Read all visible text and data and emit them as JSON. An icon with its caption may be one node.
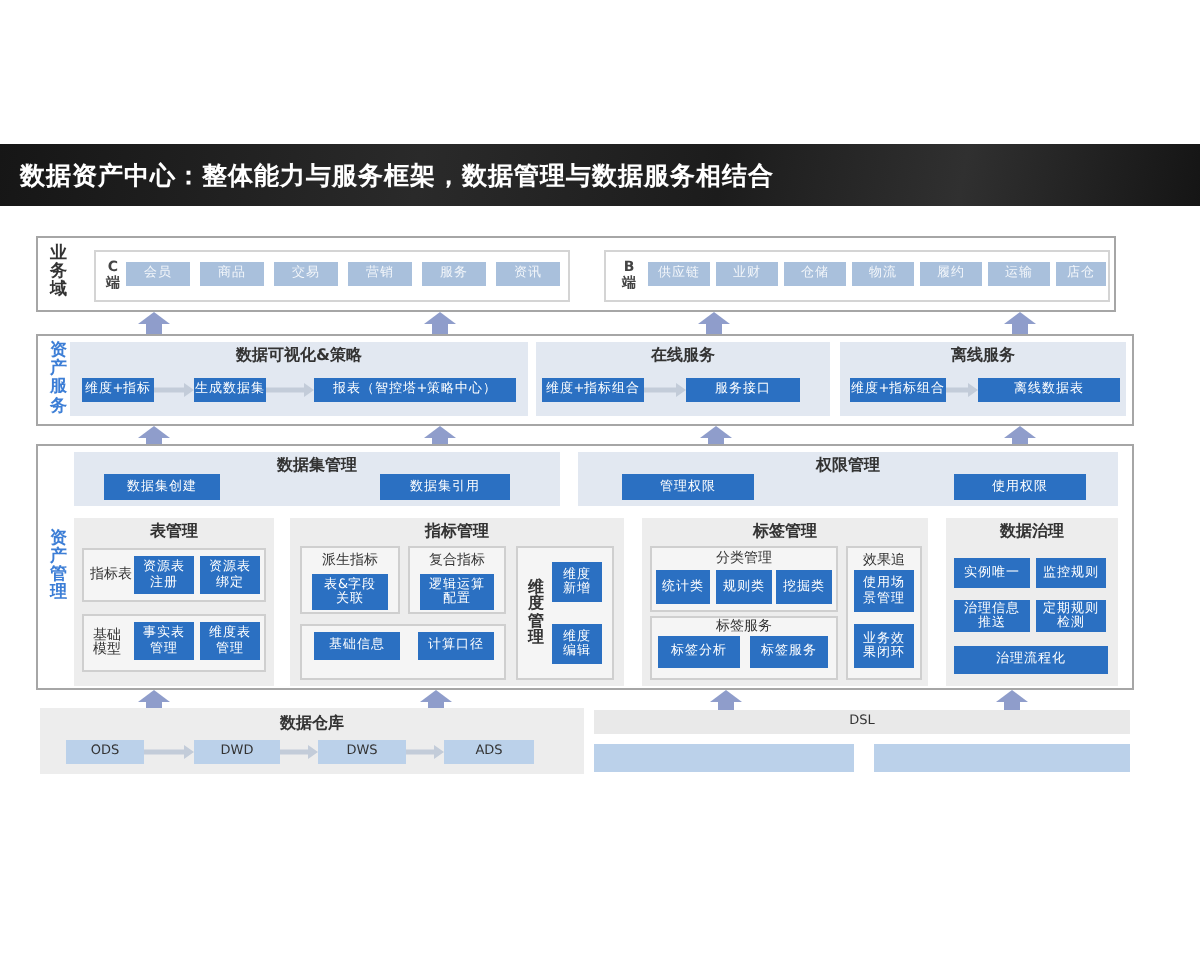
{
  "diagram": {
    "title": "数据资产中心：整体能力与服务框架，数据管理与数据服务相结合",
    "nodes": [
      {
        "text": [
          "业务域"
        ]
      },
      {
        "text": [
          "C端"
        ],
        "in": 0
      },
      {
        "text": [
          "会员"
        ],
        "in": 1
      },
      {
        "text": [
          "商品"
        ],
        "in": 1
      },
      {
        "text": [
          "交易"
        ],
        "in": 1
      },
      {
        "text": [
          "营销"
        ],
        "in": 1
      },
      {
        "text": [
          "服务"
        ],
        "in": 1
      },
      {
        "text": [
          "资讯"
        ],
        "in": 1
      },
      {
        "text": [
          "B端"
        ],
        "in": 0
      },
      {
        "text": [
          "供应链"
        ],
        "in": 8
      },
      {
        "text": [
          "业财"
        ],
        "in": 8
      },
      {
        "text": [
          "仓储"
        ],
        "in": 8
      },
      {
        "text": [
          "物流"
        ],
        "in": 8
      },
      {
        "text": [
          "履约"
        ],
        "in": 8
      },
      {
        "text": [
          "运输"
        ],
        "in": 8
      },
      {
        "text": [
          "店仓"
        ],
        "in": 8
      },
      {
        "text": [
          "资产服务"
        ]
      },
      {
        "text": [
          "数据可视化&策略"
        ],
        "in": 16
      },
      {
        "text": [
          "维度+指标"
        ],
        "in": 17
      },
      {
        "text": [
          "生成数据集"
        ],
        "in": 17
      },
      {
        "text": [
          "报表（智控塔+策略中心）"
        ],
        "in": 17
      },
      {
        "text": [
          "在线服务"
        ],
        "in": 16
      },
      {
        "text": [
          "维度+指标组合"
        ],
        "in": 21
      },
      {
        "text": [
          "服务接口"
        ],
        "in": 21
      },
      {
        "text": [
          "离线服务"
        ],
        "in": 16
      },
      {
        "text": [
          "维度+指标组合"
        ],
        "in": 24
      },
      {
        "text": [
          "离线数据表"
        ],
        "in": 24
      },
      {
        "text": [
          "资产管理"
        ]
      },
      {
        "text": [
          "数据集管理"
        ],
        "in": 27
      },
      {
        "text": [
          "数据集创建"
        ],
        "in": 28
      },
      {
        "text": [
          "数据集引用"
        ],
        "in": 28
      },
      {
        "text": [
          "权限管理"
        ],
        "in": 27
      },
      {
        "text": [
          "管理权限"
        ],
        "in": 31
      },
      {
        "text": [
          "使用权限"
        ],
        "in": 31
      },
      {
        "text": [
          "表管理"
        ],
        "in": 27
      },
      {
        "text": [
          "指标表"
        ],
        "in": 34
      },
      {
        "text": [
          "资源表注册"
        ],
        "in": 35
      },
      {
        "text": [
          "资源表绑定"
        ],
        "in": 35
      },
      {
        "text": [
          "基础模型"
        ],
        "in": 34
      },
      {
        "text": [
          "事实表管理"
        ],
        "in": 38
      },
      {
        "text": [
          "维度表管理"
        ],
        "in": 38
      },
      {
        "text": [
          "指标管理"
        ],
        "in": 27
      },
      {
        "text": [
          "派生指标"
        ],
        "in": 41
      },
      {
        "text": [
          "表&字段关联"
        ],
        "in": 42
      },
      {
        "text": [
          "复合指标"
        ],
        "in": 41
      },
      {
        "text": [
          "逻辑运算配置"
        ],
        "in": 44
      },
      {
        "text": [],
        "shape": "box",
        "in": 41
      },
      {
        "text": [
          "基础信息"
        ],
        "in": 46
      },
      {
        "text": [
          "计算口径"
        ],
        "in": 46
      },
      {
        "text": [
          "维度管理"
        ],
        "in": 41
      },
      {
        "text": [
          "维度新增"
        ],
        "in": 49
      },
      {
        "text": [
          "维度编辑"
        ],
        "in": 49
      },
      {
        "text": [
          "标签管理"
        ],
        "in": 27
      },
      {
        "text": [
          "分类管理"
        ],
        "in": 52
      },
      {
        "text": [
          "统计类"
        ],
        "in": 53
      },
      {
        "text": [
          "规则类"
        ],
        "in": 53
      },
      {
        "text": [
          "挖掘类"
        ],
        "in": 53
      },
      {
        "text": [
          "标签服务"
        ],
        "in": 52
      },
      {
        "text": [
          "标签分析"
        ],
        "in": 57
      },
      {
        "text": [
          "标签服务"
        ],
        "in": 57
      },
      {
        "text": [
          "效果追"
        ],
        "in": 52
      },
      {
        "text": [
          "使用场景管理"
        ],
        "in": 60
      },
      {
        "text": [
          "业务效果闭环"
        ],
        "in": 60
      },
      {
        "text": [
          "数据治理"
        ],
        "in": 27
      },
      {
        "text": [
          "实例唯一"
        ],
        "in": 63
      },
      {
        "text": [
          "监控规则"
        ],
        "in": 63
      },
      {
        "text": [
          "治理信息推送"
        ],
        "in": 63
      },
      {
        "text": [
          "定期规则检测"
        ],
        "in": 63
      },
      {
        "text": [
          "治理流程化"
        ],
        "in": 63
      },
      {
        "text": [
          "数据仓库"
        ]
      },
      {
        "text": [
          "ODS"
        ],
        "in": 69
      },
      {
        "text": [
          "DWD"
        ],
        "in": 69
      },
      {
        "text": [
          "DWS"
        ],
        "in": 69
      },
      {
        "text": [
          "ADS"
        ],
        "in": 69
      },
      {
        "text": [
          "DSL"
        ]
      },
      {
        "text": [],
        "shape": "box"
      },
      {
        "text": [],
        "shape": "box"
      }
    ],
    "edges": [
      {
        "from": 18,
        "to": 19,
        "arrow": "to",
        "color": "#c3ccd9"
      },
      {
        "from": 19,
        "to": 20,
        "arrow": "to",
        "color": "#c3ccd9"
      },
      {
        "from": 22,
        "to": 23,
        "arrow": "to",
        "color": "#c3ccd9"
      },
      {
        "from": 25,
        "to": 26,
        "arrow": "to",
        "color": "#c3ccd9"
      },
      {
        "from": 70,
        "to": 71,
        "arrow": "to",
        "color": "#c3ccd9"
      },
      {
        "from": 71,
        "to": 72,
        "arrow": "to",
        "color": "#c3ccd9"
      },
      {
        "from": 72,
        "to": 73,
        "arrow": "to",
        "color": "#c3ccd9"
      },
      {
        "from": 16,
        "to": 0,
        "arrow": "to"
      },
      {
        "from": 16,
        "to": 0,
        "arrow": "to"
      },
      {
        "from": 16,
        "to": 0,
        "arrow": "to"
      },
      {
        "from": 16,
        "to": 0,
        "arrow": "to"
      },
      {
        "from": 27,
        "to": 16,
        "arrow": "to"
      },
      {
        "from": 27,
        "to": 16,
        "arrow": "to"
      },
      {
        "from": 27,
        "to": 16,
        "arrow": "to"
      },
      {
        "from": 27,
        "to": 16,
        "arrow": "to"
      },
      {
        "from": 69,
        "to": 27,
        "arrow": "to"
      },
      {
        "from": 69,
        "to": 27,
        "arrow": "to"
      },
      {
        "from": 74,
        "to": 27,
        "arrow": "to"
      },
      {
        "from": 74,
        "to": 27,
        "arrow": "to"
      }
    ]
  }
}
